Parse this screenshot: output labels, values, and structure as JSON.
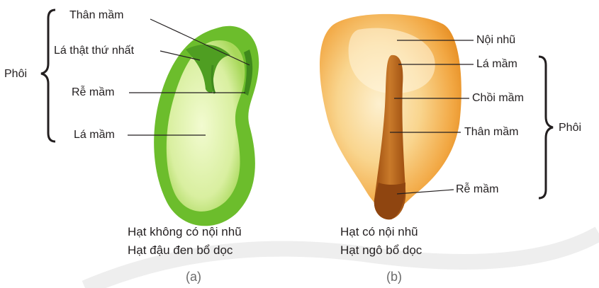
{
  "left_seed": {
    "labels": {
      "than_mam": "Thân mầm",
      "la_that": "Lá thật thứ nhất",
      "re_mam": "Rễ mầm",
      "la_mam": "Lá mầm"
    },
    "group_label": "Phôi",
    "caption_line1": "Hạt không có nội nhũ",
    "caption_line2": "Hạt đậu đen bổ dọc",
    "panel_label": "(a)",
    "colors": {
      "outer": "#6fbf2e",
      "inner": "#e6f5b4",
      "dark": "#3f8a1c"
    }
  },
  "right_seed": {
    "labels": {
      "noi_nhu": "Nội nhũ",
      "la_mam": "Lá mầm",
      "choi_mam": "Chồi mầm",
      "than_mam": "Thân mầm",
      "re_mam": "Rễ mầm"
    },
    "group_label": "Phôi",
    "caption_line1": "Hạt có nội nhũ",
    "caption_line2": "Hạt ngô bổ dọc",
    "panel_label": "(b)",
    "colors": {
      "outer": "#f0a030",
      "inner": "#fbe1a6",
      "embryo": "#b8641c"
    }
  }
}
